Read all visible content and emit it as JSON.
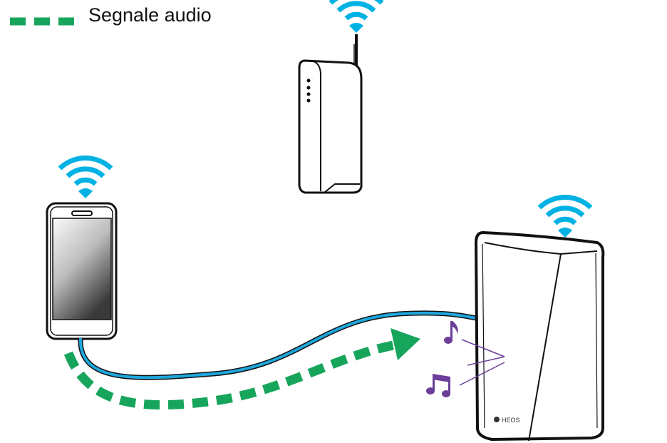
{
  "legend": {
    "label": "Segnale audio",
    "color": "#17a55c"
  },
  "speaker": {
    "brand": "HEOS"
  },
  "colors": {
    "wifi": "#00b2e3",
    "cable": "#1ea7dc",
    "notes": "#6b3e98",
    "signal": "#17a55c"
  },
  "icons": [
    "wifi-icon",
    "music-note-icon",
    "smartphone",
    "router",
    "wireless-speaker"
  ]
}
